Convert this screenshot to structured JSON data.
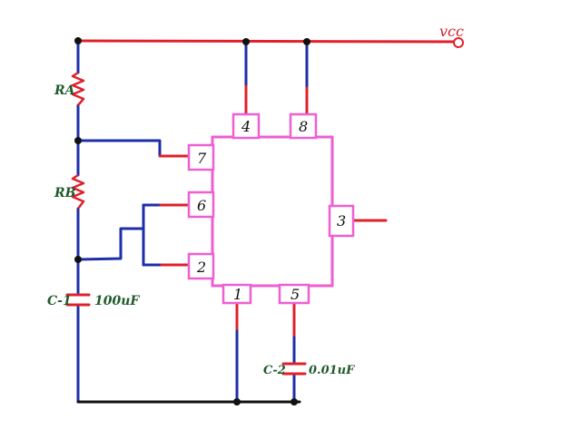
{
  "colors": {
    "red_wire": "#e0202c",
    "blue_wire": "#1d2fa8",
    "ic_outline": "#ee5fd2",
    "label_green": "#1f5a2a"
  },
  "labels": {
    "vcc": "vcc",
    "ra": "RA",
    "rb": "RB",
    "c1": "C-1",
    "c1_value": "100uF",
    "c2": "C-2",
    "c2_value": "0.01uF"
  },
  "ic": {
    "pins": {
      "p4": "4",
      "p8": "8",
      "p7": "7",
      "p6": "6",
      "p2": "2",
      "p3": "3",
      "p1": "1",
      "p5": "5"
    }
  }
}
